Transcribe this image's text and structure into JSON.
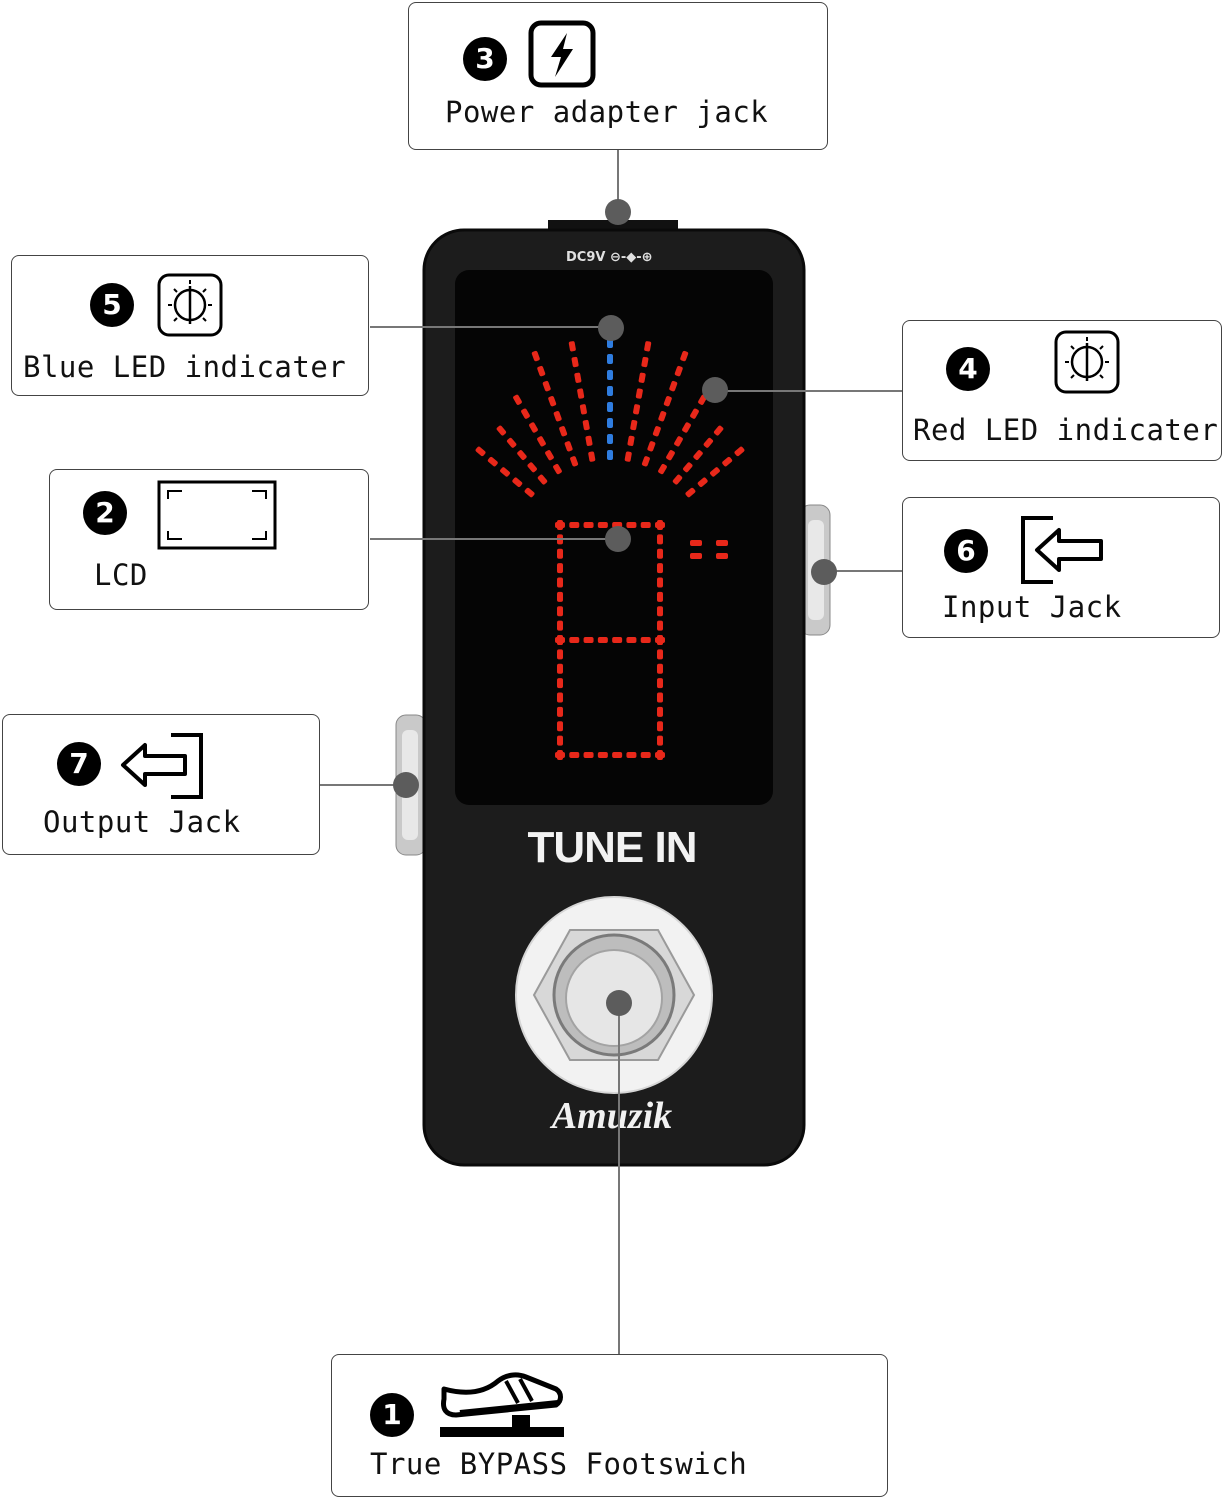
{
  "callouts": {
    "footswitch": {
      "number": "1",
      "label": "True BYPASS Footswich",
      "icon": "footswitch-pedal-icon"
    },
    "lcd": {
      "number": "2",
      "label": "LCD",
      "icon": "lcd-screen-icon"
    },
    "power": {
      "number": "3",
      "label": "Power adapter jack",
      "icon": "lightning-bolt-icon"
    },
    "red_led": {
      "number": "4",
      "label": "Red LED indicater",
      "icon": "led-light-icon"
    },
    "blue_led": {
      "number": "5",
      "label": "Blue LED indicater",
      "icon": "led-light-icon"
    },
    "input": {
      "number": "6",
      "label": "Input Jack",
      "icon": "input-arrow-icon"
    },
    "output": {
      "number": "7",
      "label": "Output Jack",
      "icon": "output-arrow-icon"
    }
  },
  "pedal": {
    "power_marking": "DC9V ⊖-◆-⊕",
    "model_name": "TUNE IN",
    "brand": "Amuzik",
    "display_note": "B",
    "colors": {
      "body": "#1c1c1c",
      "screen": "#050505",
      "red_led": "#e8281a",
      "blue_led": "#2f7de0"
    }
  }
}
